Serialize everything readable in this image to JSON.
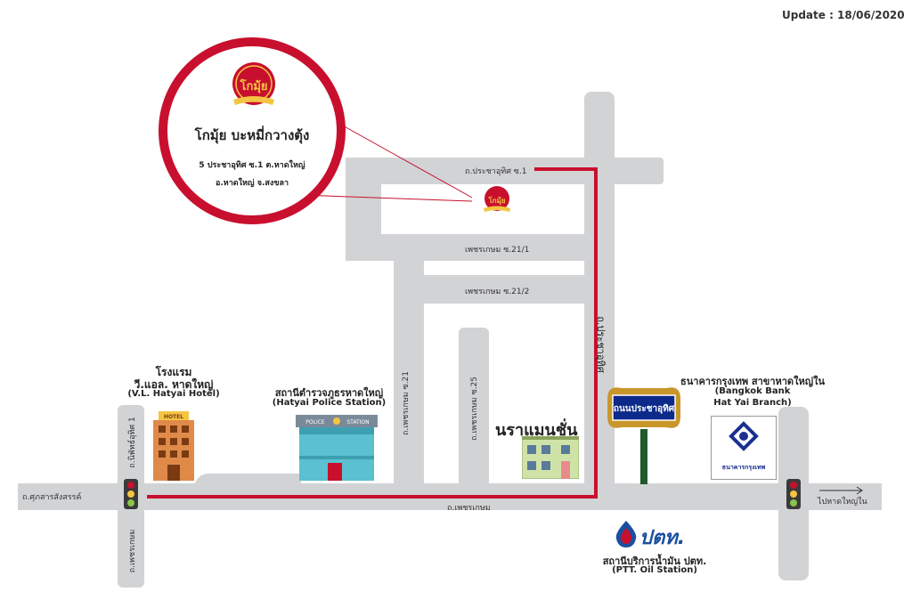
{
  "update_label": "Update : 18/06/2020",
  "shop": {
    "name": "โกมุ้ย บะหมี่กวางตุ้ง",
    "address_line1": "5 ประชาอุทิศ ซ.1 ต.หาดใหญ่",
    "address_line2": "อ.หาดใหญ่ จ.สงขลา",
    "logo_text": "โกมุ้ย"
  },
  "roads": {
    "prachauthit_soi1": "ถ.ประชาอุทิศ ซ.1",
    "phetkasem_21_1": "เพชรเกษม ซ.21/1",
    "phetkasem_21_2": "เพชรเกษม ซ.21/2",
    "phetkasem_soi21": "ถ.เพชรเกษม ซ.21",
    "phetkasem_soi25": "ถ.เพชรเกษม ซ.25",
    "prachauthit": "ถ.ประชาอุทิศ",
    "phetkasem_main": "ถ.เพชรเกษม",
    "niphat_uthit1": "ถ.นิพัทธ์อุทิศ 1",
    "phetkasem_south": "ถ.เพชรเกษม",
    "sukarn_songsan": "ถ.ศุภสารสังสรรค์",
    "to_hatyai_nai": "ไปหาดใหญ่ใน"
  },
  "landmarks": {
    "hotel_th1": "โรงแรม",
    "hotel_th2": "วี.แอล. หาดใหญ่",
    "hotel_en": "(V.L. Hatyai Hotel)",
    "hotel_sign": "HOTEL",
    "police_th": "สถานีตำรวจภูธรหาดใหญ่",
    "police_en": "(Hatyai Police Station)",
    "police_sign_left": "POLICE",
    "police_sign_right": "STATION",
    "naraman": "นราแมนชั่น",
    "sign_prachauthit": "ถนนประชาอุทิศ",
    "bank_th": "ธนาคารกรุงเทพ สาขาหาดใหญ่ใน",
    "bank_en1": "(Bangkok Bank",
    "bank_en2": "Hat Yai Branch)",
    "bank_logo_text": "ธนาคารกรุงเทพ",
    "ptt_logo_text": "ปตท.",
    "ptt_th": "สถานีบริการน้ำมัน ปตท.",
    "ptt_en": "(PTT. Oil Station)"
  },
  "colors": {
    "road": "#d2d3d5",
    "route": "#c8102e",
    "accent_red": "#c8102e",
    "hotel": "#e08a4a",
    "police_roof": "#7a8a99",
    "police_body": "#5bc0cf",
    "building": "#cfe3a8",
    "sign_blue": "#0d2a8a",
    "bank_blue": "#1a2f8f",
    "ptt_blue": "#1a4fa0",
    "traffic_green": "#8bc34a"
  },
  "icons": [
    "shop-logo-icon",
    "traffic-light-icon",
    "hotel-building-icon",
    "police-station-icon",
    "apartment-building-icon",
    "street-sign-icon",
    "bank-logo-icon",
    "ptt-logo-icon",
    "arrow-right-icon"
  ]
}
